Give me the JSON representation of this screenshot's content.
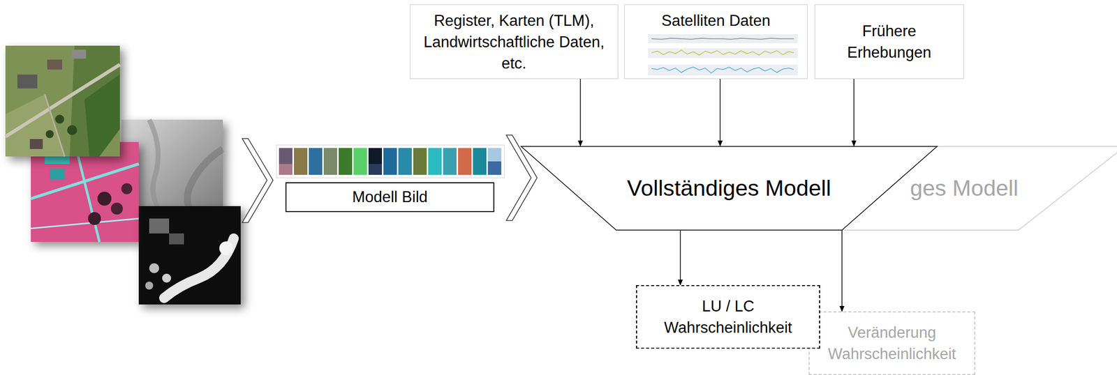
{
  "diagram": {
    "nodes": [
      {
        "text": [
          "Register, Karten (TLM), Landwirtschaftliche Daten, etc."
        ]
      },
      {
        "text": [
          "Satelliten Daten"
        ]
      },
      {
        "text": [
          "Frühere Erhebungen"
        ]
      },
      {
        "text": [
          "Modell Bild"
        ]
      },
      {
        "text": [
          "Vollständiges Modell"
        ]
      },
      {
        "text": [
          "ges Modell"
        ]
      },
      {
        "text": [
          "LU / LC Wahrscheinlichkeit"
        ]
      },
      {
        "text": [
          "Veränderung Wahrscheinlichkeit"
        ]
      }
    ],
    "edges": [
      {
        "from": 0,
        "to": 4,
        "arrow": "to"
      },
      {
        "from": 1,
        "to": 4,
        "arrow": "to"
      },
      {
        "from": 2,
        "to": 4,
        "arrow": "to"
      },
      {
        "from": 4,
        "to": 6,
        "arrow": "to"
      },
      {
        "from": 5,
        "to": 7,
        "arrow": "to"
      }
    ]
  }
}
